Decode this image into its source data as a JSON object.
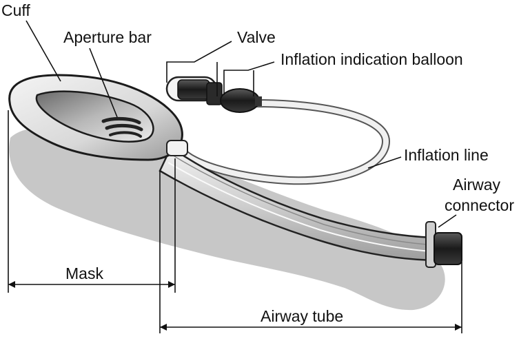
{
  "labels": {
    "cuff": "Cuff",
    "aperture_bar": "Aperture bar",
    "valve": "Valve",
    "inflation_indication_balloon": "Inflation indication balloon",
    "inflation_line": "Inflation line",
    "airway_connector_line1": "Airway",
    "airway_connector_line2": "connector",
    "mask": "Mask",
    "airway_tube": "Airway tube"
  }
}
